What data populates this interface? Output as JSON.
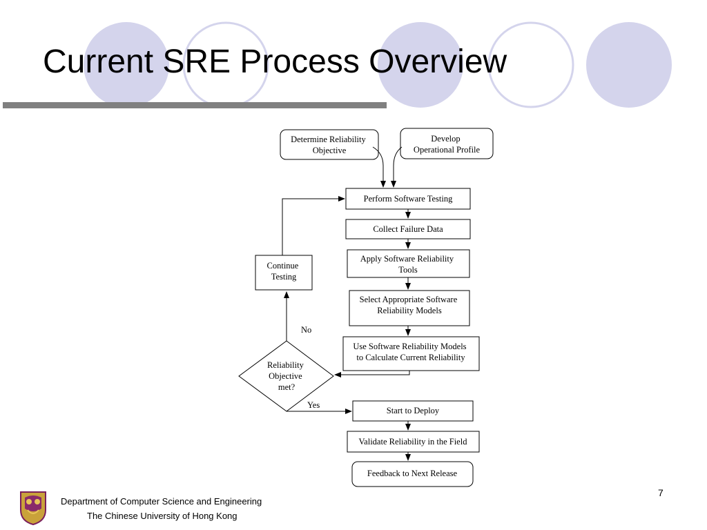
{
  "slide": {
    "title": "Current SRE Process Overview",
    "page_number": "7"
  },
  "footer": {
    "line1": "Department of Computer Science and Engineering",
    "line2": "The Chinese University of Hong Kong"
  },
  "diagram": {
    "nodes": {
      "determine_objective": [
        "Determine Reliability",
        "Objective"
      ],
      "develop_profile": [
        "Develop",
        "Operational Profile"
      ],
      "perform_testing": [
        "Perform Software Testing"
      ],
      "collect_failure": [
        "Collect Failure Data"
      ],
      "apply_tools": [
        "Apply Software Reliability",
        "Tools"
      ],
      "select_models": [
        "Select Appropriate Software",
        "Reliability Models"
      ],
      "use_models": [
        "Use Software Reliability Models",
        "to Calculate Current Reliability"
      ],
      "continue_testing": [
        "Continue",
        "Testing"
      ],
      "decision": [
        "Reliability",
        "Objective",
        "met?"
      ],
      "start_deploy": [
        "Start to Deploy"
      ],
      "validate_field": [
        "Validate Reliability in the Field"
      ],
      "feedback": [
        "Feedback to Next Release"
      ]
    },
    "edge_labels": {
      "no": "No",
      "yes": "Yes"
    }
  },
  "colors": {
    "circle_fill": "#d4d4ec",
    "circle_outline": "#d4d4ec",
    "title_bar": "#808080"
  }
}
